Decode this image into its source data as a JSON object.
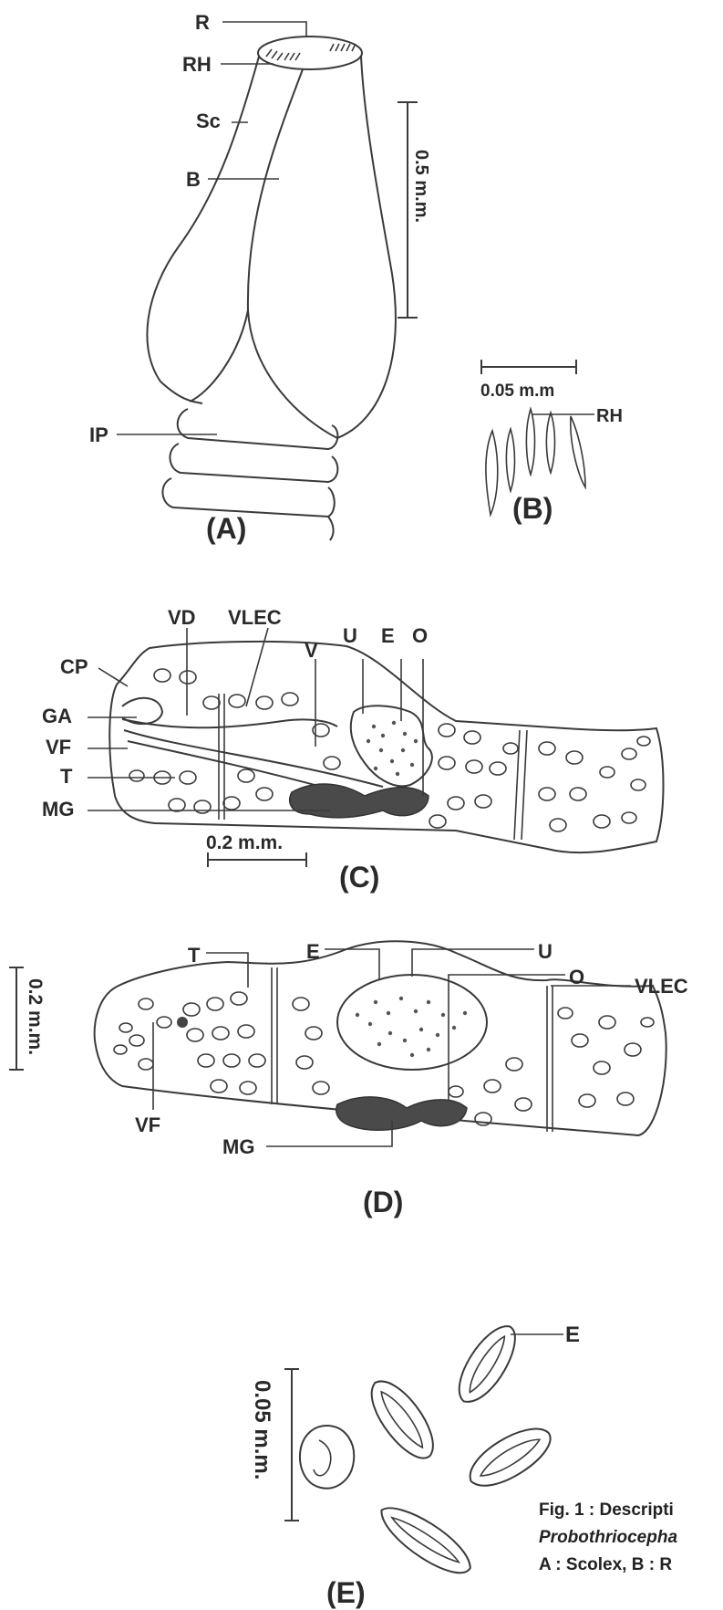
{
  "panels": {
    "A": {
      "title": "(A)",
      "labels": {
        "r": "R",
        "rh": "RH",
        "sc": "Sc",
        "b": "B",
        "ip": "IP"
      },
      "scale": "0.5 m.m."
    },
    "B": {
      "title": "(B)",
      "labels": {
        "rh": "RH"
      },
      "scale": "0.05 m.m"
    },
    "C": {
      "title": "(C)",
      "labels": {
        "vd": "VD",
        "vlec": "VLEC",
        "u": "U",
        "e": "E",
        "o": "O",
        "v": "V",
        "cp": "CP",
        "ga": "GA",
        "vf": "VF",
        "t": "T",
        "mg": "MG"
      },
      "scale": "0.2 m.m."
    },
    "D": {
      "title": "(D)",
      "labels": {
        "t": "T",
        "e": "E",
        "u": "U",
        "o": "O",
        "vlec": "VLEC",
        "vf": "VF",
        "mg": "MG"
      },
      "scale": "0.2 m.m."
    },
    "E": {
      "title": "(E)",
      "labels": {
        "e": "E"
      },
      "scale": "0.05 m.m."
    }
  },
  "caption": {
    "line1": "Fig. 1 : Descripti",
    "line2": "Probothriocepha",
    "line3": "A : Scolex, B : R"
  }
}
